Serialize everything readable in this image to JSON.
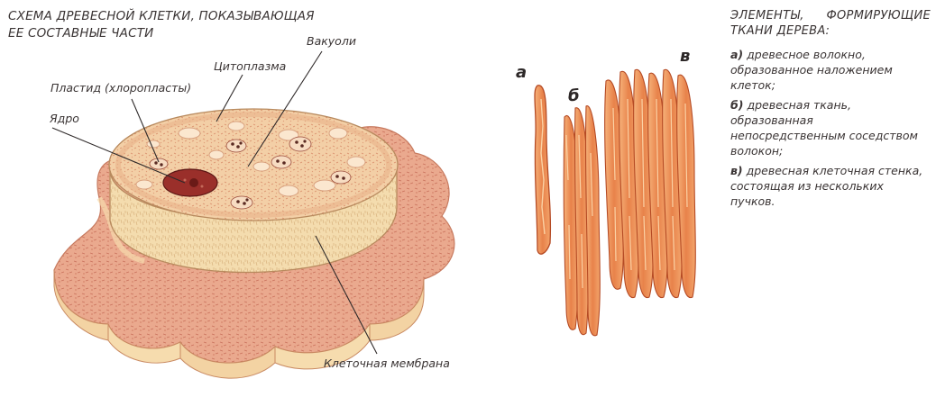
{
  "diagram_title": {
    "line1": "СХЕМА ДРЕВЕСНОЙ КЛЕТКИ, ПОКАЗЫВАЮЩАЯ",
    "line2": "ЕЕ СОСТАВНЫЕ ЧАСТИ"
  },
  "cell_labels": {
    "vacuoles": "Вакуоли",
    "cytoplasm": "Цитоплазма",
    "plastid": "Пластид (хлоропласты)",
    "nucleus": "Ядро",
    "membrane": "Клеточная мембрана"
  },
  "figure_letters": {
    "a": "а",
    "b": "б",
    "v": "в"
  },
  "legend": {
    "title_line1": "ЭЛЕМЕНТЫ, ФОРМИРУЮЩИЕ",
    "title_line2": "ТКАНИ ДЕРЕВА:",
    "items": [
      {
        "letter": "а)",
        "text": "древесное волокно, образованное наложением клеток;"
      },
      {
        "letter": "б)",
        "text": "древесная ткань, образованная непосредственным соседством волокон;"
      },
      {
        "letter": "в)",
        "text": "древесная клеточная стенка, состоящая из нескольких пучков."
      }
    ]
  },
  "colors": {
    "cell_top": "#f2c9a0",
    "cell_side": "#f0d8a8",
    "membrane": "#e8a58c",
    "nucleus": "#9a2f2a",
    "fiber": "#e8874e"
  }
}
